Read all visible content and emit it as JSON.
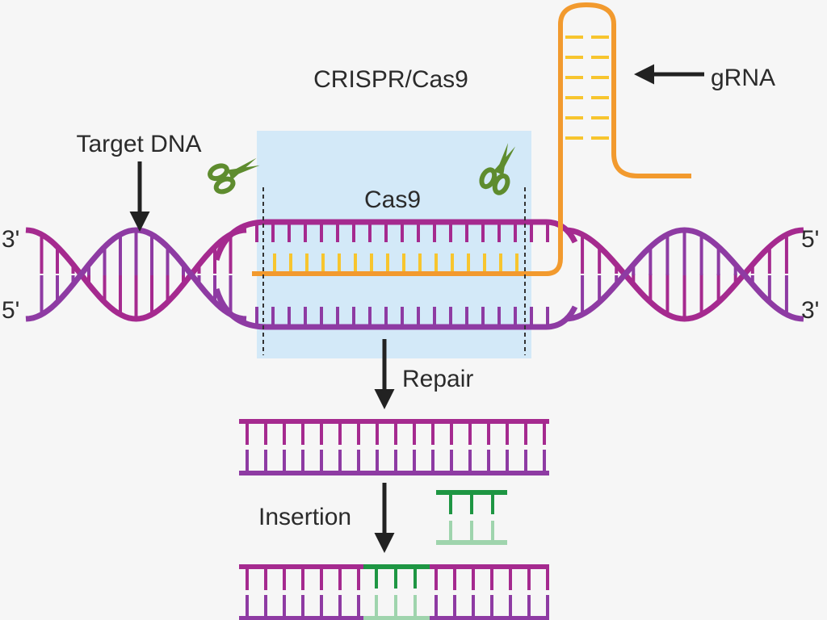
{
  "title": "CRISPR/Cas9",
  "labels": {
    "target_dna": "Target DNA",
    "grna": "gRNA",
    "cas9": "Cas9",
    "repair": "Repair",
    "insertion": "Insertion",
    "top_left_end": "3'",
    "bottom_left_end": "5'",
    "top_right_end": "5'",
    "bottom_right_end": "3'"
  },
  "colors": {
    "background": "#f6f6f6",
    "dna_top_strand": "#a52a8f",
    "dna_bottom_strand": "#8e3ba3",
    "grna": "#f29a2e",
    "grna_bases": "#f7c52e",
    "cas9_box": "#d3e9f8",
    "scissors": "#5e8c2e",
    "insert_dark": "#1e9643",
    "insert_light": "#9fd4ad",
    "arrow": "#222222"
  },
  "icons": {
    "scissors_left": "scissors-icon",
    "scissors_right": "scissors-icon"
  }
}
